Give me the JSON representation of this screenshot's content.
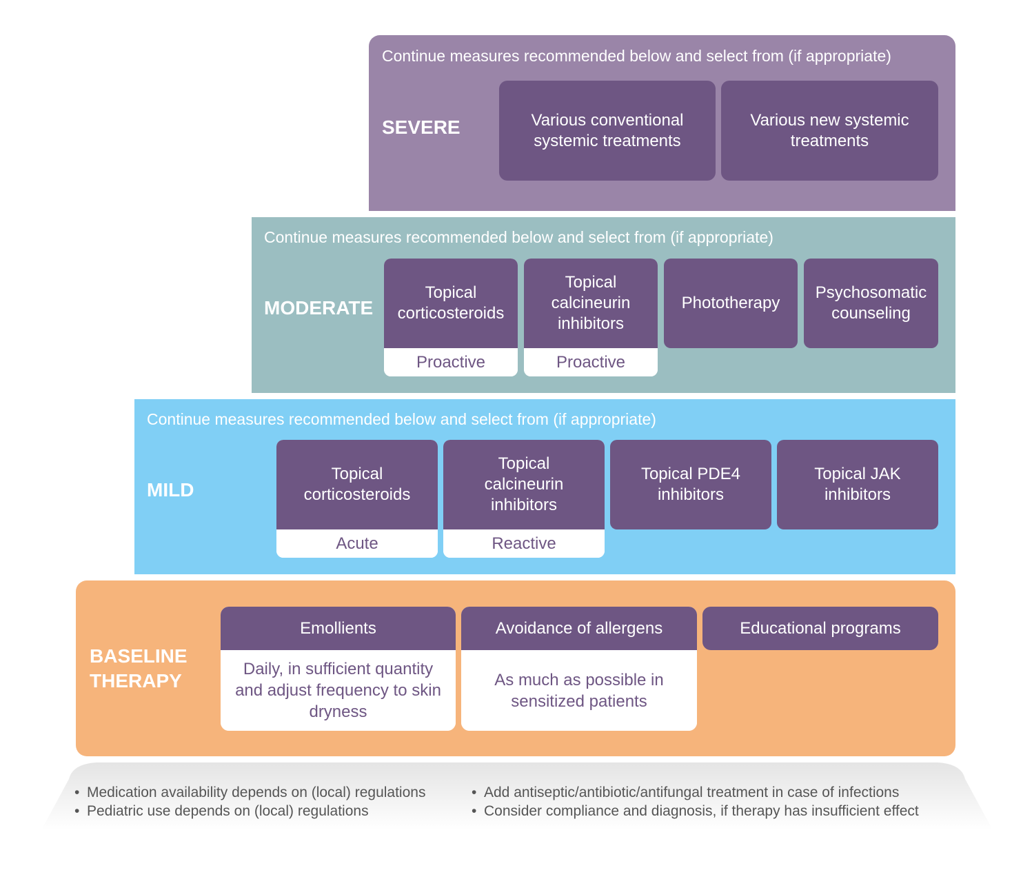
{
  "intro_text": "Continue measures recommended below and select from (if appropriate)",
  "colors": {
    "severe": "#9a85a8",
    "moderate": "#9bbec1",
    "mild": "#80cff5",
    "baseline": "#f6b47b",
    "card_purple": "#6e5683",
    "footer_gray": "#e8e8e8"
  },
  "severe": {
    "label": "SEVERE",
    "cards": [
      {
        "title": "Various conventional systemic treatments"
      },
      {
        "title": "Various new systemic treatments"
      }
    ]
  },
  "moderate": {
    "label": "MODERATE",
    "cards": [
      {
        "title": "Topical corticosteroids",
        "note": "Proactive"
      },
      {
        "title": "Topical calcineurin inhibitors",
        "note": "Proactive"
      },
      {
        "title": "Phototherapy"
      },
      {
        "title": "Psychosomatic counseling"
      }
    ]
  },
  "mild": {
    "label": "MILD",
    "cards": [
      {
        "title": "Topical corticosteroids",
        "note": "Acute"
      },
      {
        "title": "Topical calcineurin inhibitors",
        "note": "Reactive"
      },
      {
        "title": "Topical PDE4 inhibitors"
      },
      {
        "title": "Topical JAK inhibitors"
      }
    ]
  },
  "baseline": {
    "label_line1": "BASELINE",
    "label_line2": "THERAPY",
    "cards": [
      {
        "title": "Emollients",
        "note": "Daily, in sufficient quantity and adjust frequency to skin dryness"
      },
      {
        "title": "Avoidance of allergens",
        "note": "As much as possible in sensitized patients"
      },
      {
        "title": "Educational programs"
      }
    ]
  },
  "footer": {
    "left": [
      "Medication availability depends on (local) regulations",
      "Pediatric use depends on (local) regulations"
    ],
    "right": [
      "Add antiseptic/antibiotic/antifungal treatment in case of infections",
      "Consider compliance and diagnosis, if therapy has insufficient effect"
    ],
    "bullet": "•"
  }
}
